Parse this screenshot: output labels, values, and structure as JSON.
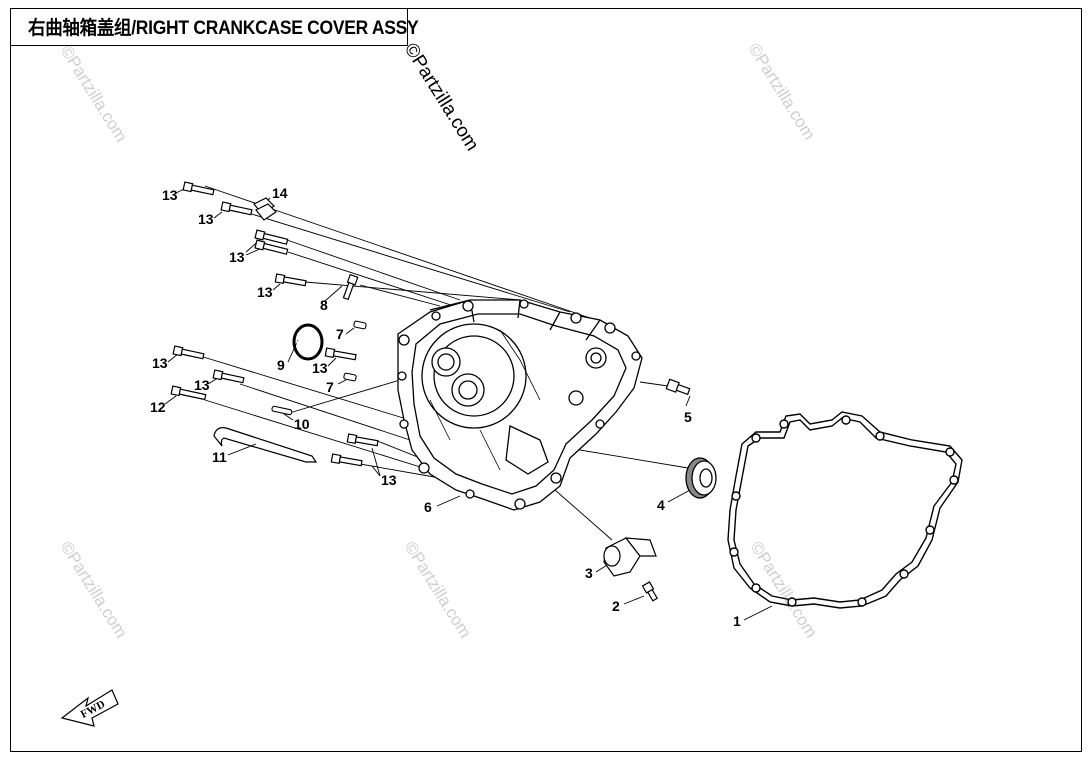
{
  "title": "右曲轴箱盖组/RIGHT CRANKCASE COVER ASSY",
  "watermark": "©Partzilla.com",
  "fwd_label": "FWD",
  "callouts": {
    "c1": "1",
    "c2": "2",
    "c3": "3",
    "c4": "4",
    "c5": "5",
    "c6": "6",
    "c7a": "7",
    "c7b": "7",
    "c8": "8",
    "c9": "9",
    "c10": "10",
    "c11": "11",
    "c12": "12",
    "c13a": "13",
    "c13b": "13",
    "c13c": "13",
    "c13d": "13",
    "c13e": "13",
    "c13f": "13",
    "c13g": "13",
    "c14": "14"
  },
  "colors": {
    "line": "#000000",
    "watermark": "#cfcfcf",
    "frame": "#000000"
  }
}
